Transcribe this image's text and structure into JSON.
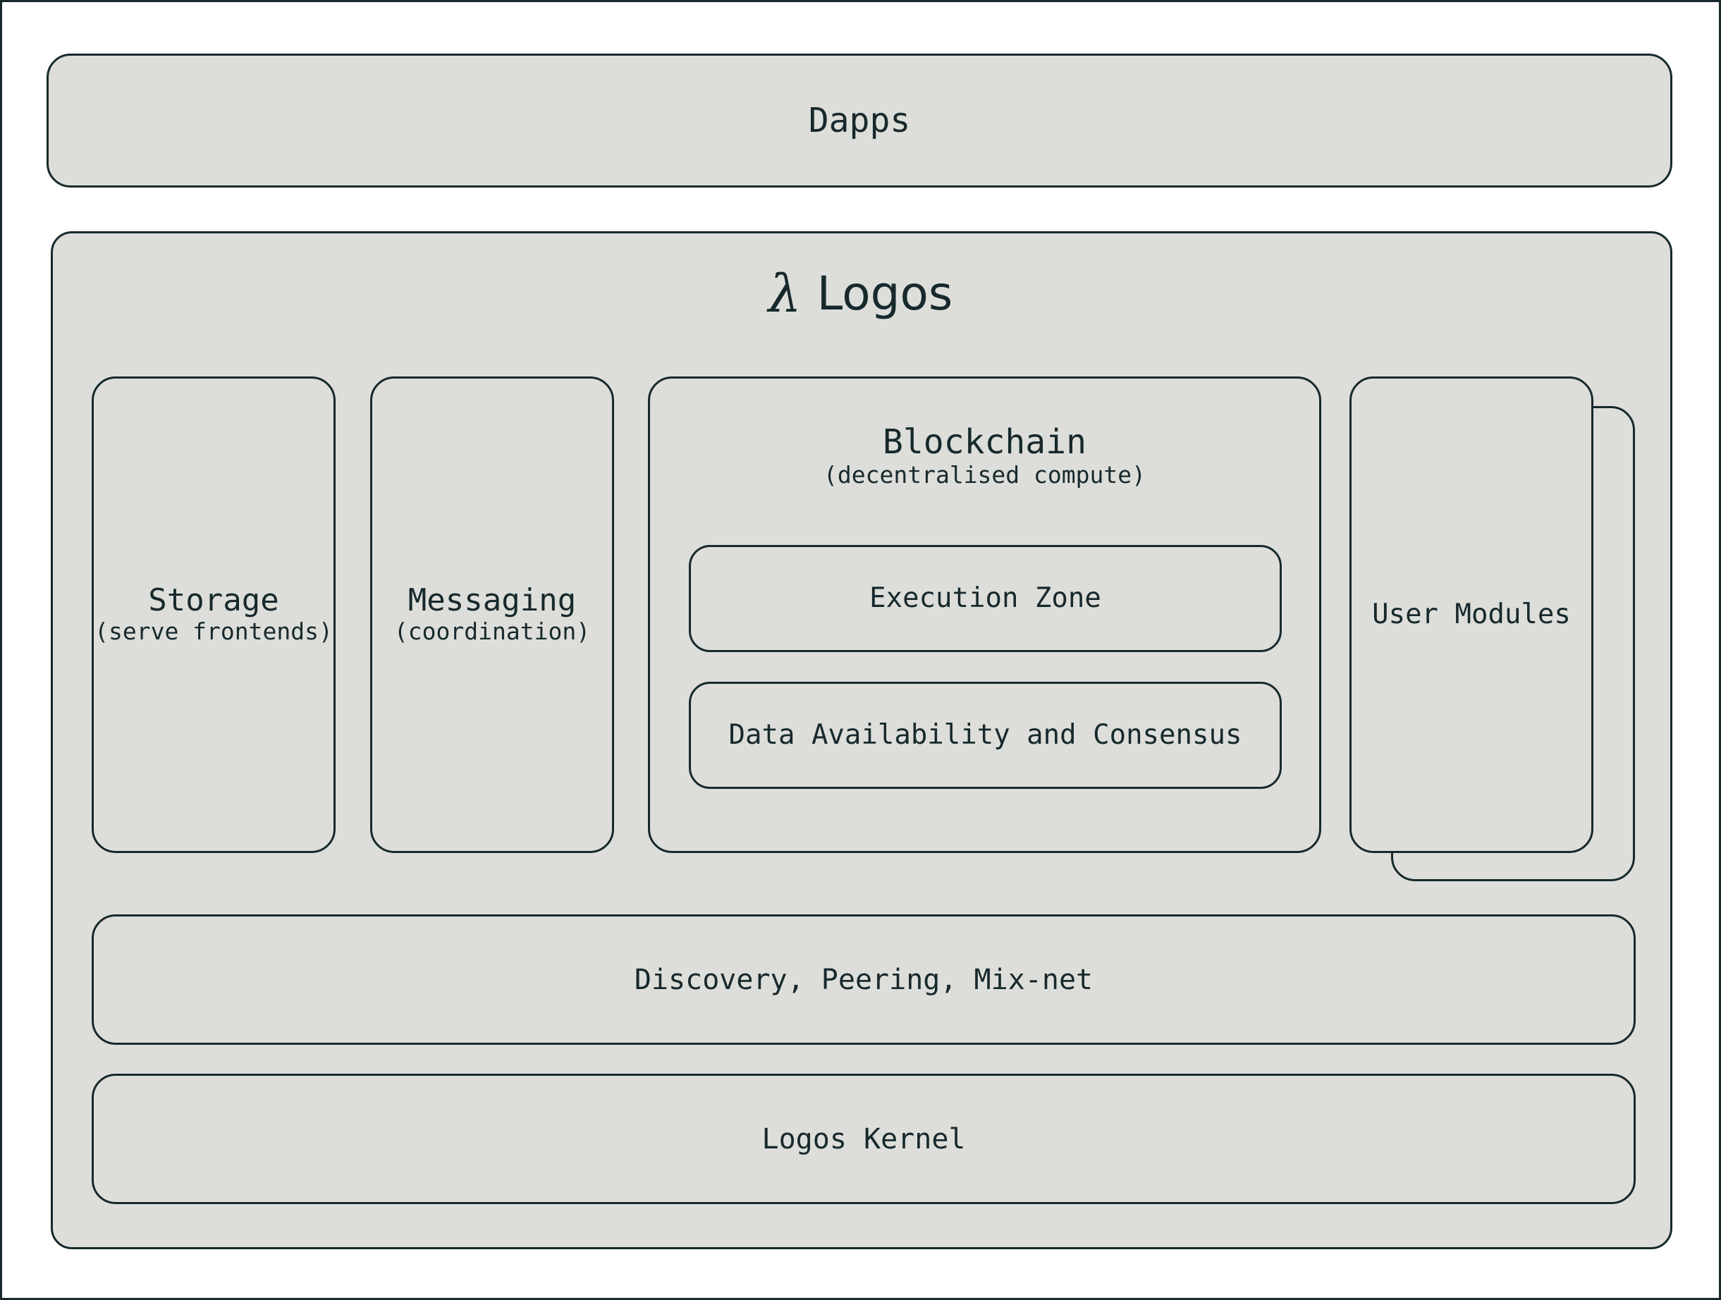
{
  "dapps": {
    "label": "Dapps"
  },
  "logos": {
    "symbol": "λ",
    "title": "Logos",
    "storage": {
      "title": "Storage",
      "subtitle": "(serve frontends)"
    },
    "messaging": {
      "title": "Messaging",
      "subtitle": "(coordination)"
    },
    "blockchain": {
      "title": "Blockchain",
      "subtitle": "(decentralised compute)",
      "execution_zone": "Execution Zone",
      "data_availability": "Data Availability and Consensus"
    },
    "user_modules": {
      "label": "User Modules"
    },
    "discovery": {
      "label": "Discovery, Peering, Mix-net"
    },
    "kernel": {
      "label": "Logos Kernel"
    }
  }
}
